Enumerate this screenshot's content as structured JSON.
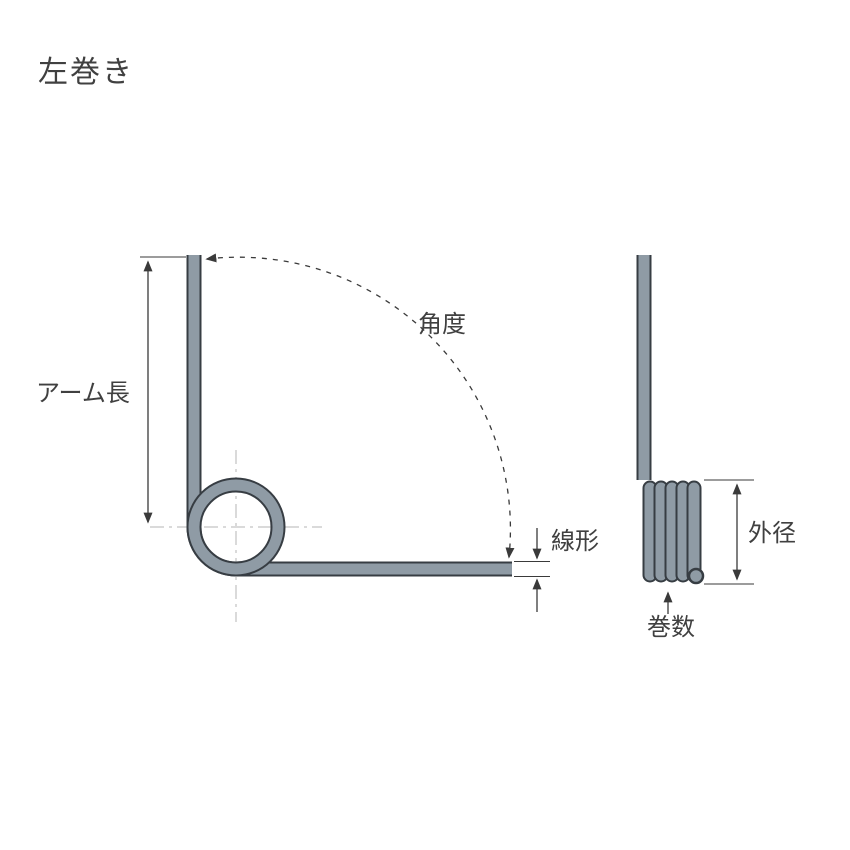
{
  "title": "左巻き",
  "front_view": {
    "arm_length_label": "アーム長",
    "angle_label": "角度",
    "wire_diameter_label": "線形"
  },
  "side_view": {
    "outer_diameter_label": "外径",
    "coil_count_label": "巻数"
  },
  "colors": {
    "spring_fill": "#8f9ba5",
    "spring_outline": "#373d43",
    "dim_color": "#3a3a3a",
    "centerline_color": "#b5b5b5",
    "text_color": "#404040",
    "background": "#ffffff"
  }
}
